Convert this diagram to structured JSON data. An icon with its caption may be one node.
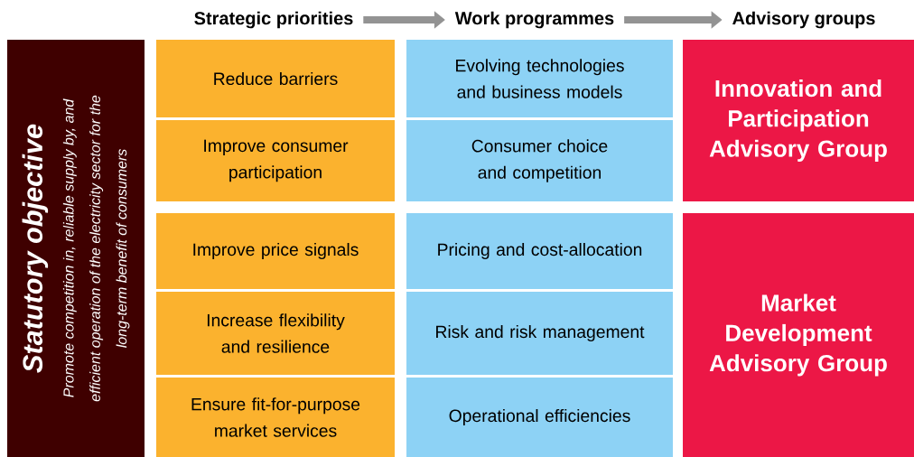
{
  "diagram": {
    "nodes": [
      {
        "text": [
          "Strategic priorities"
        ]
      },
      {
        "text": [
          "Work programmes"
        ]
      },
      {
        "text": [
          "Advisory groups"
        ]
      },
      {
        "text": [
          "Statutory objective",
          "Promote competition in, reliable supply by, and efficient operation of the electricity sector for the long-term benefit of consumers"
        ]
      },
      {
        "text": [
          "Reduce barriers"
        ]
      },
      {
        "text": [
          "Improve consumer participation"
        ]
      },
      {
        "text": [
          "Improve price signals"
        ]
      },
      {
        "text": [
          "Increase flexibility and resilience"
        ]
      },
      {
        "text": [
          "Ensure fit-for-purpose market services"
        ]
      },
      {
        "text": [
          "Evolving technologies and business models"
        ]
      },
      {
        "text": [
          "Consumer choice and competition"
        ]
      },
      {
        "text": [
          "Pricing and cost-allocation"
        ]
      },
      {
        "text": [
          "Risk and risk management"
        ]
      },
      {
        "text": [
          "Operational efficiencies"
        ]
      },
      {
        "text": [
          "Innovation and Participation Advisory Group"
        ]
      },
      {
        "text": [
          "Market Development Advisory Group"
        ]
      }
    ],
    "edges": [
      {
        "from": 0,
        "to": 1,
        "arrow": "to"
      },
      {
        "from": 1,
        "to": 2,
        "arrow": "to"
      }
    ]
  }
}
